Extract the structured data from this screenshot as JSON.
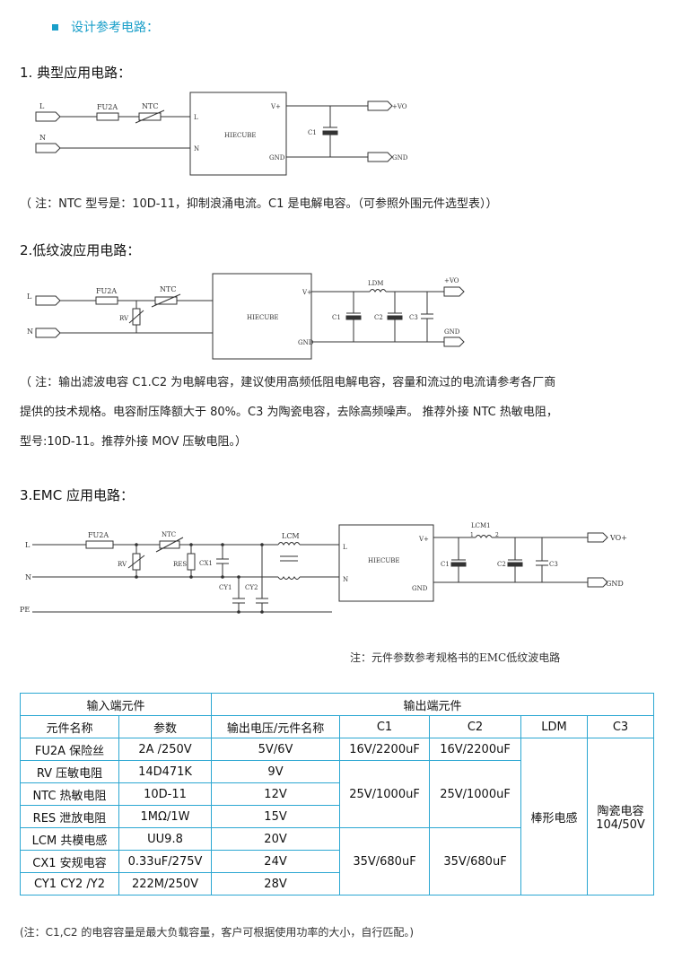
{
  "section_title": "设计参考电路：",
  "circuit1": {
    "heading": "1.  典型应用电路：",
    "labels": {
      "L": "L",
      "N": "N",
      "fuse": "FU2A",
      "ntc": "NTC",
      "module": "HIECUBE",
      "mod_L": "L",
      "mod_N": "N",
      "mod_vplus": "V+",
      "mod_gnd": "GND",
      "c1": "C1",
      "out_vo": "+VO",
      "out_gnd": "GND"
    },
    "note": "（ 注：NTC 型号是：10D-11，抑制浪涌电流。C1 是电解电容。（可参照外围元件选型表））"
  },
  "circuit2": {
    "heading": "2.低纹波应用电路：",
    "labels": {
      "L": "L",
      "N": "N",
      "fuse": "FU2A",
      "ntc": "NTC",
      "rv": "RV",
      "module": "HIECUBE",
      "mod_vplus": "V+",
      "mod_gnd": "GND",
      "ldm": "LDM",
      "c1": "C1",
      "c2": "C2",
      "c3": "C3",
      "out_vo": "+VO",
      "out_gnd": "GND"
    },
    "note_lines": [
      "（ 注：输出滤波电容  C1.C2  为电解电容，建议使用高频低阻电解电容，容量和流过的电流请参考各厂商",
      "提供的技术规格。电容耐压降额大于  80%。C3  为陶瓷电容，去除高频噪声。  推荐外接  NTC  热敏电阻，",
      "型号:10D-11。推荐外接  MOV  压敏电阻。）"
    ]
  },
  "circuit3": {
    "heading": "3.EMC 应用电路：",
    "labels": {
      "L": "L",
      "N": "N",
      "PE": "PE",
      "fuse": "FU2A",
      "ntc": "NTC",
      "rv": "RV",
      "res": "RES",
      "cx1": "CX1",
      "cy1": "CY1",
      "cy2": "CY2",
      "lcm": "LCM",
      "module": "HIECUBE",
      "mod_L": "L",
      "mod_N": "N",
      "mod_vplus": "V+",
      "mod_gnd": "GND",
      "lcm1": "LCM1",
      "pin1": "1",
      "pin2": "2",
      "c1": "C1",
      "c2": "C2",
      "c3": "C3",
      "out_vo": "VO+",
      "out_gnd": "GND"
    },
    "caption": "注：元件参数参考规格书的EMC低纹波电路"
  },
  "table": {
    "group_input": "输入端元件",
    "group_output": "输出端元件",
    "headers": [
      "元件名称",
      "参数",
      "输出电压/元件名称",
      "C1",
      "C2",
      "LDM",
      "C3"
    ],
    "rows": [
      [
        "FU2A  保险丝",
        "2A /250V",
        "5V/6V"
      ],
      [
        "RV    压敏电阻",
        "14D471K",
        "9V"
      ],
      [
        "NTC  热敏电阻",
        "10D-11",
        "12V"
      ],
      [
        "RES  泄放电阻",
        "1MΩ/1W",
        "15V"
      ],
      [
        "LCM 共模电感",
        "UU9.8",
        "20V"
      ],
      [
        "CX1  安规电容",
        "0.33uF/275V",
        "24V"
      ],
      [
        "CY1 CY2 /Y2",
        "222M/250V",
        "28V"
      ]
    ],
    "c1_c2_groups": [
      {
        "c1": "16V/2200uF",
        "c2": "16V/2200uF"
      },
      {
        "c1": "25V/1000uF",
        "c2": "25V/1000uF"
      },
      {
        "c1": "35V/680uF",
        "c2": "35V/680uF"
      }
    ],
    "ldm_value": "棒形电感",
    "c3_line1": "陶瓷电容",
    "c3_line2": "104/50V"
  },
  "footer_note": "(注：C1,C2 的电容容量是最大负载容量，客户可根据使用功率的大小，自行匹配。)"
}
